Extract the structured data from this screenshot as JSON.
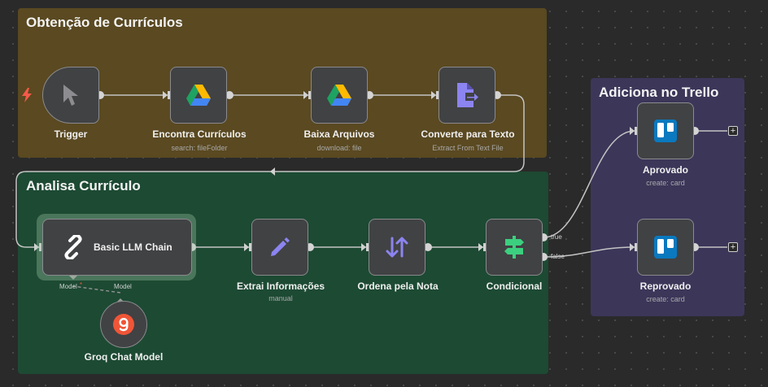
{
  "stickies": {
    "obtencao": "Obtenção de Currículos",
    "analisa": "Analisa Currículo",
    "trello": "Adiciona no Trello"
  },
  "nodes": {
    "trigger": {
      "label": "Trigger",
      "icon": "cursor-icon"
    },
    "encontra": {
      "label": "Encontra Currículos",
      "sub": "search: fileFolder",
      "icon": "google-drive-icon"
    },
    "baixa": {
      "label": "Baixa Arquivos",
      "sub": "download: file",
      "icon": "google-drive-icon"
    },
    "converte": {
      "label": "Converte para Texto",
      "sub": "Extract From Text File",
      "icon": "extract-file-icon"
    },
    "llm": {
      "label": "Basic LLM Chain",
      "icon": "chain-link-icon"
    },
    "extrai": {
      "label": "Extrai Informações",
      "sub": "manual",
      "icon": "pencil-icon"
    },
    "ordena": {
      "label": "Ordena pela Nota",
      "icon": "sort-arrows-icon"
    },
    "condicional": {
      "label": "Condicional",
      "icon": "signpost-icon"
    },
    "groq": {
      "label": "Groq Chat Model",
      "icon": "groq-icon"
    },
    "aprovado": {
      "label": "Aprovado",
      "sub": "create: card",
      "icon": "trello-icon"
    },
    "reprovado": {
      "label": "Reprovado",
      "sub": "create: card",
      "icon": "trello-icon"
    }
  },
  "ports": {
    "model_left": "Model",
    "model_right": "Model",
    "true": "true",
    "false": "false"
  },
  "buttons": {
    "add": "+"
  },
  "colors": {
    "sticky_yellow": "#5a4921",
    "sticky_green": "#1d4a33",
    "sticky_purple": "#3c3659",
    "drive_green": "#1ea362",
    "drive_yellow": "#ffba00",
    "drive_blue": "#4285f4",
    "accent_purple": "#8c84f0",
    "signpost_green": "#3ccf7f",
    "trello_blue": "#0a79bf",
    "groq_orange": "#f05537",
    "trigger_red": "#f45a4a"
  }
}
